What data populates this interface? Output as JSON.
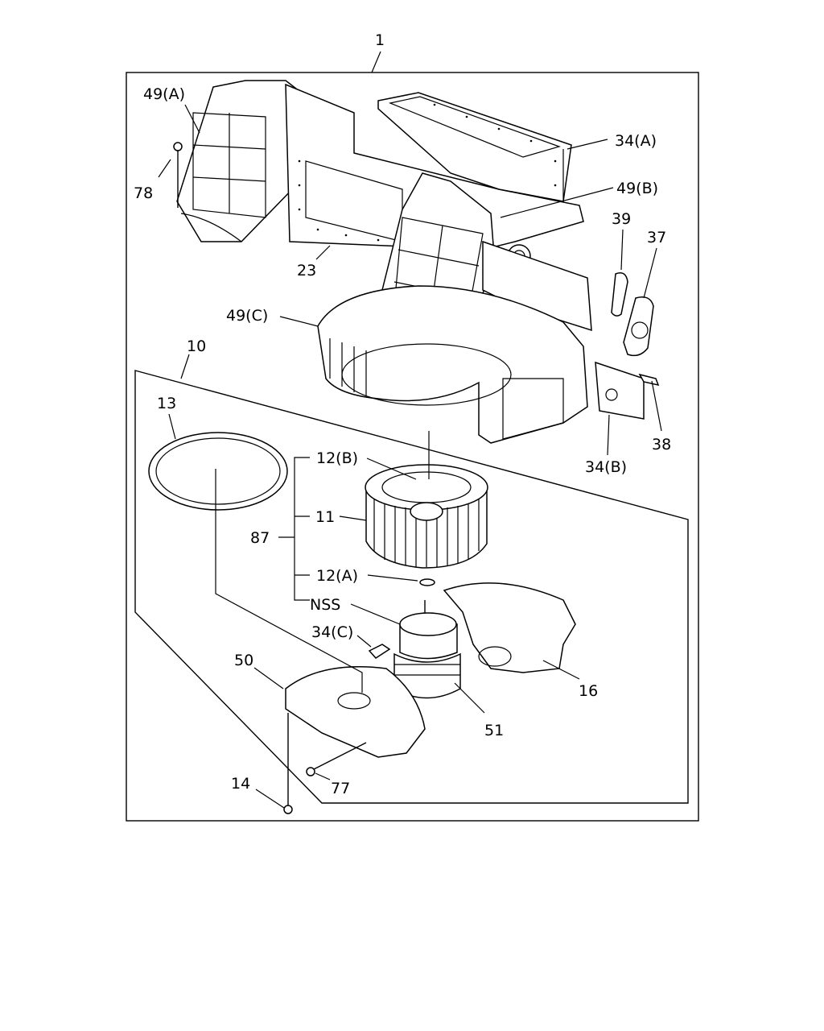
{
  "callouts": {
    "c1": "1",
    "c49a": "49(A)",
    "c78": "78",
    "c34a": "34(A)",
    "c49b": "49(B)",
    "c23": "23",
    "c39": "39",
    "c37": "37",
    "c49c": "49(C)",
    "c10": "10",
    "c13": "13",
    "c12b": "12(B)",
    "c11": "11",
    "c87": "87",
    "c12a": "12(A)",
    "cnss": "NSS",
    "c34c": "34(C)",
    "c38": "38",
    "c34b": "34(B)",
    "c50": "50",
    "c16": "16",
    "c51": "51",
    "c14": "14",
    "c77": "77"
  },
  "colors": {
    "ink": "#000000",
    "paper": "#ffffff"
  }
}
